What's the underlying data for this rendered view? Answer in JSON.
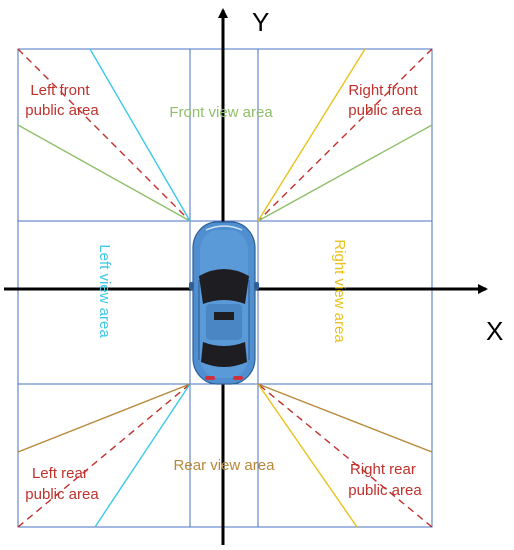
{
  "axes": {
    "x_label": "X",
    "y_label": "Y"
  },
  "regions": {
    "left_front": {
      "line1": "Left front",
      "line2": "public area"
    },
    "right_front": {
      "line1": "Right front",
      "line2": "public area"
    },
    "left_rear": {
      "line1": "Left rear",
      "line2": "public area"
    },
    "right_rear": {
      "line1": "Right rear",
      "line2": "public area"
    },
    "front_view": "Front view area",
    "rear_view": "Rear view area",
    "left_view": "Left view area",
    "right_view": "Right view area"
  },
  "colors": {
    "public_area": "#c0312b",
    "front_view": "#8fbf6a",
    "rear_view": "#b8883a",
    "left_view": "#3cc8e8",
    "right_view": "#e8c21c",
    "grid": "#4a73c4",
    "car_body": "#4f8fd0"
  }
}
